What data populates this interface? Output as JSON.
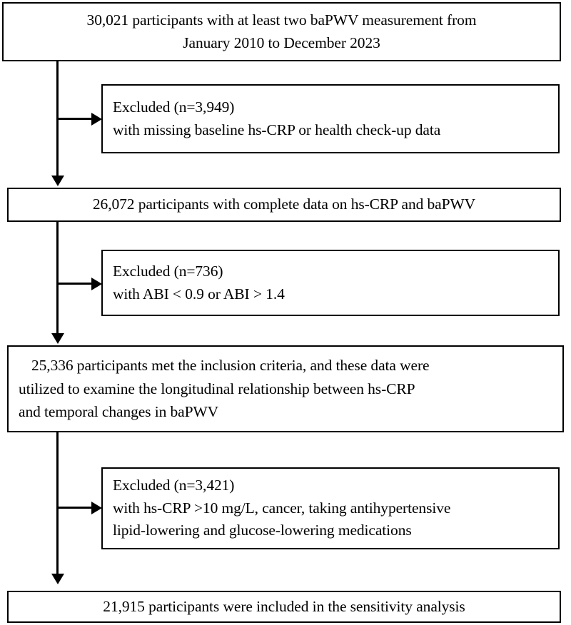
{
  "diagram": {
    "title": "Participant selection flow chart",
    "type": "flowchart",
    "accent_color": "#000000",
    "background_color": "#ffffff"
  },
  "nodes": {
    "enrolled": {
      "line1": "30,021 participants with at least two baPWV measurement from",
      "line2": "January 2010 to December 2023"
    },
    "excluded_1": {
      "line1": "Excluded (n=3,949)",
      "line2": "with missing baseline hs-CRP or health check-up data"
    },
    "complete_data": {
      "line1": "26,072 participants with complete data on hs-CRP and baPWV"
    },
    "excluded_2": {
      "line1": "Excluded (n=736)",
      "line2": "with ABI < 0.9 or ABI > 1.4"
    },
    "included_analysis": {
      "line1": "25,336 participants met the inclusion criteria, and these data were",
      "line2": "utilized to examine the longitudinal relationship between hs-CRP",
      "line3": "and temporal changes in baPWV"
    },
    "excluded_3": {
      "line1": "Excluded (n=3,421)",
      "line2": "with hs-CRP >10 mg/L, cancer, taking antihypertensive",
      "line3": "lipid-lowering and glucose-lowering medications"
    },
    "sensitivity_analysis": {
      "line1": "21,915 participants were included in the sensitivity analysis"
    }
  },
  "connectors": {
    "branch_1": "arrow-to-excluded-1",
    "branch_2": "arrow-to-excluded-2",
    "branch_3": "arrow-to-excluded-3",
    "flow_1": "arrow-to-complete-data",
    "flow_2": "arrow-to-included-analysis",
    "flow_3": "arrow-to-sensitivity-analysis"
  }
}
